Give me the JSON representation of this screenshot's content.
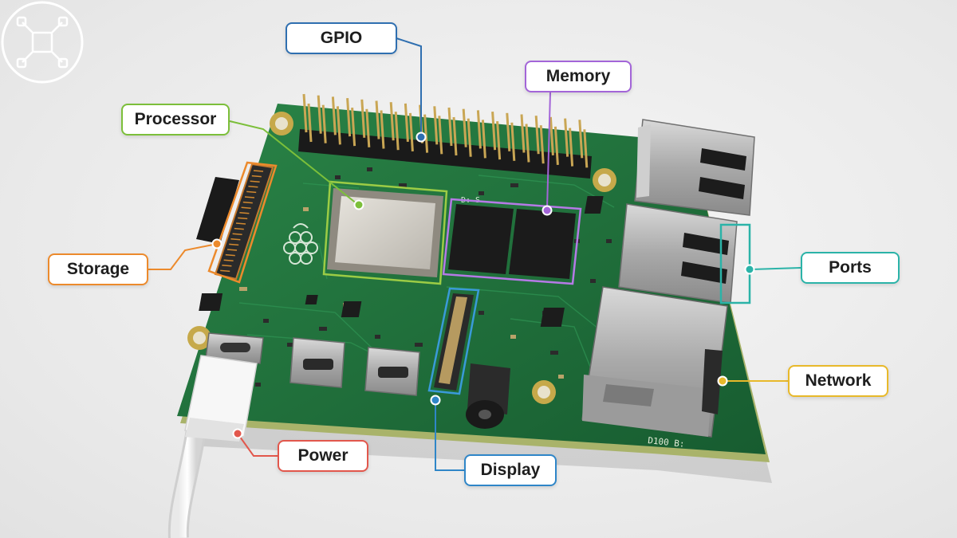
{
  "labels": {
    "gpio": {
      "text": "GPIO",
      "color": "#2f6fb0"
    },
    "memory": {
      "text": "Memory",
      "color": "#a365d8"
    },
    "processor": {
      "text": "Processor",
      "color": "#7cbf3a"
    },
    "storage": {
      "text": "Storage",
      "color": "#ec8a2c"
    },
    "ports": {
      "text": "Ports",
      "color": "#2bb3a8"
    },
    "network": {
      "text": "Network",
      "color": "#e8b92a"
    },
    "power": {
      "text": "Power",
      "color": "#e2574c"
    },
    "display": {
      "text": "Display",
      "color": "#2f86c8"
    }
  },
  "board": {
    "pcb_color": "#1f6e3a",
    "silkscreen_text": "D100 B:",
    "chip_marking": "D: S"
  },
  "icons": {
    "raspberry": "raspberry-logo-icon",
    "badge": "circuit-node-icon"
  }
}
